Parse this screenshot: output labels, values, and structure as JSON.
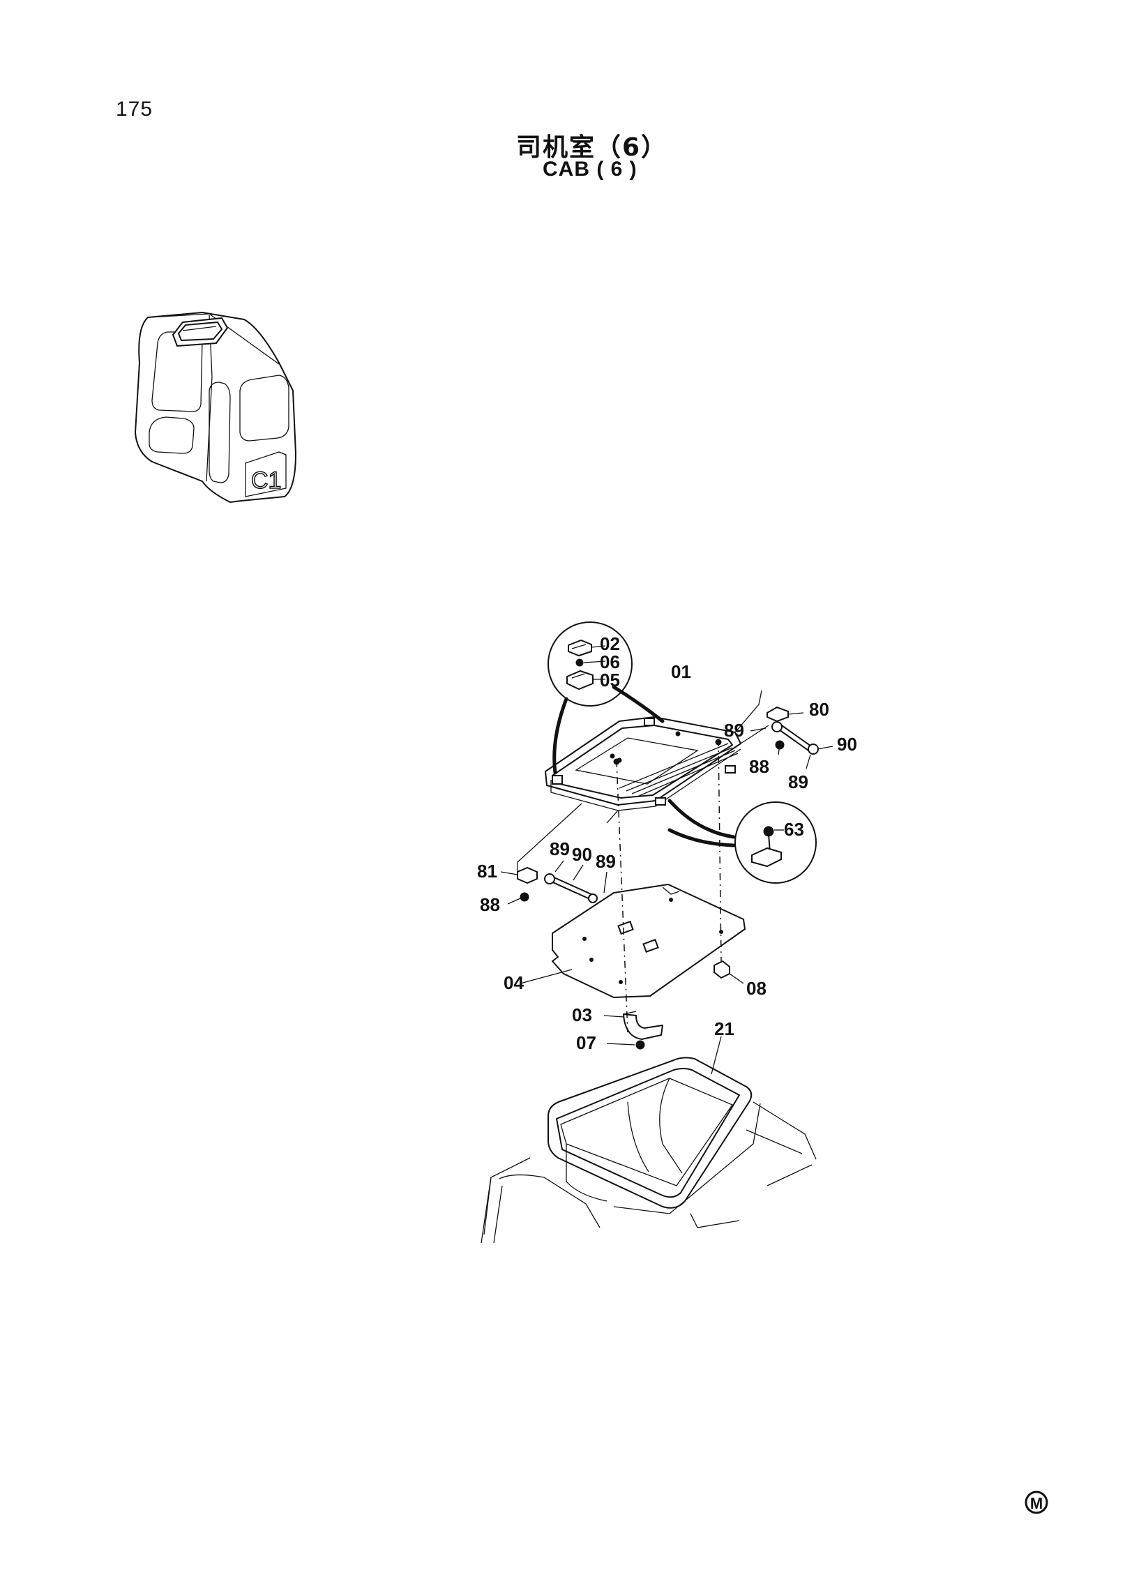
{
  "page": {
    "number": "175",
    "title_cn": "司机室（6）",
    "title_en": "CAB ( 6 )",
    "mark": "M"
  },
  "overview": {
    "badge": "C1"
  },
  "callouts": {
    "p01": "01",
    "p02": "02",
    "p03": "03",
    "p04": "04",
    "p05": "05",
    "p06": "06",
    "p07": "07",
    "p08": "08",
    "p21": "21",
    "p63": "63",
    "p80": "80",
    "p81": "81",
    "p88_right": "88",
    "p88_left": "88",
    "p89_r1": "89",
    "p89_r2": "89",
    "p89_l1": "89",
    "p89_l2": "89",
    "p90_right": "90",
    "p90_left": "90"
  }
}
